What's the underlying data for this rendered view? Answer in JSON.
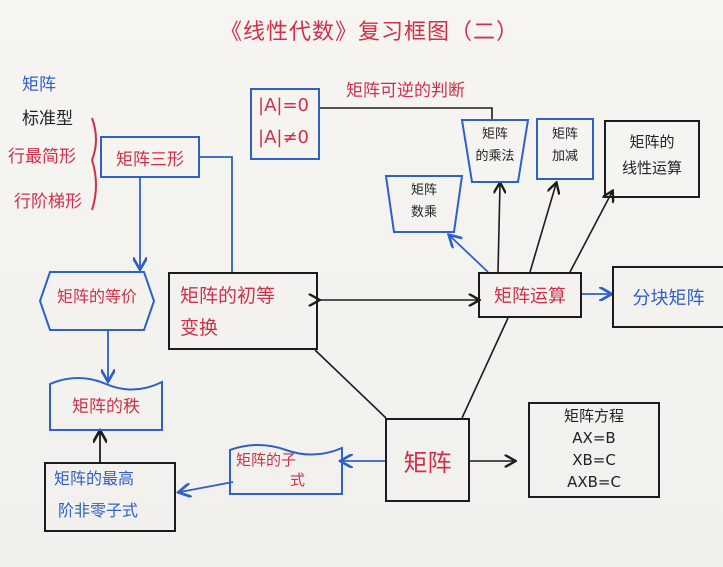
{
  "title": "《线性代数》复习框图（二）",
  "left_labels": [
    "矩阵",
    "标准型",
    "行最简形",
    "行阶梯形"
  ],
  "nodes": {
    "matrix_three_forms": "矩阵三形",
    "matrix_equivalence": "矩阵的等价",
    "matrix_rank": "矩阵的秩",
    "highest_nonzero_minor": [
      "矩阵的最高",
      "阶非零子式"
    ],
    "elementary_transform": [
      "矩阵的初等",
      "变换"
    ],
    "matrix": "矩阵",
    "submatrix": [
      "矩阵的子",
      "式"
    ],
    "matrix_equation": [
      "矩阵方程",
      "AX=B",
      "XB=C",
      "AXB=C"
    ],
    "matrix_operations": "矩阵运算",
    "block_matrix": "分块矩阵",
    "det_conditions": [
      "|A|=0",
      "|A|≠0"
    ],
    "inverse_judgment": "矩阵可逆的判断",
    "matrix_mult": [
      "矩阵",
      "的乘法"
    ],
    "matrix_addition": [
      "矩阵",
      "加减"
    ],
    "matrix_scalar": [
      "矩阵",
      "数乘"
    ],
    "matrix_linear": [
      "矩阵的",
      "线性运算"
    ]
  },
  "colors": {
    "red": "#d0304a",
    "blue": "#2f5fc8",
    "black": "#1c1c1c"
  }
}
